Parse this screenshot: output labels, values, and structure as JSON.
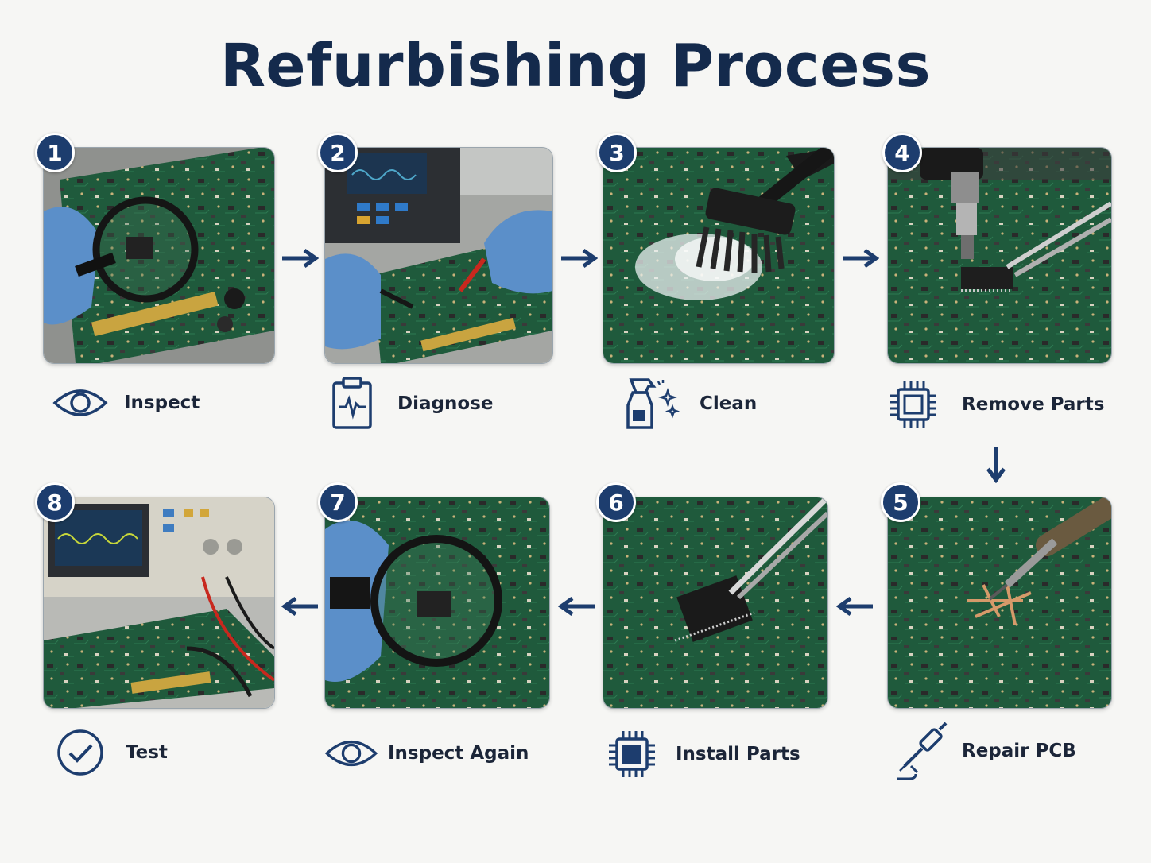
{
  "title": "Refurbishing Process",
  "colors": {
    "navy": "#1d3d6e",
    "title": "#142a4c",
    "pcb_green": "#1f5a3c",
    "glove_blue": "#5b8fc9",
    "background": "#f6f6f4"
  },
  "steps": [
    {
      "number": "1",
      "label": "Inspect",
      "icon": "eye-icon"
    },
    {
      "number": "2",
      "label": "Diagnose",
      "icon": "clipboard-pulse-icon"
    },
    {
      "number": "3",
      "label": "Clean",
      "icon": "spray-bottle-icon"
    },
    {
      "number": "4",
      "label": "Remove Parts",
      "icon": "chip-outline-icon"
    },
    {
      "number": "5",
      "label": "Repair PCB",
      "icon": "soldering-iron-icon"
    },
    {
      "number": "6",
      "label": "Install Parts",
      "icon": "chip-filled-icon"
    },
    {
      "number": "7",
      "label": "Inspect Again",
      "icon": "eye-icon"
    },
    {
      "number": "8",
      "label": "Test",
      "icon": "check-circle-icon"
    }
  ]
}
